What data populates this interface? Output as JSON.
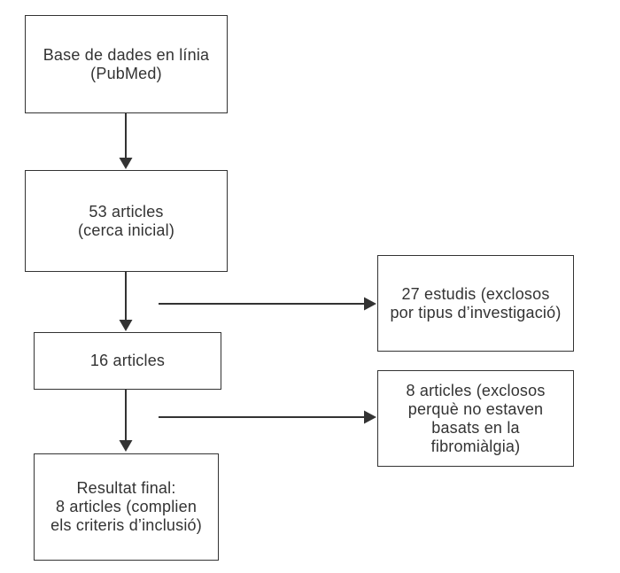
{
  "diagram": {
    "type": "flowchart",
    "language": "Catalan",
    "boxes": {
      "source": "Base de dades en línia\n(PubMed)",
      "initial_search": "53 articles\n(cerca inicial)",
      "after_type_exclusion": "16 articles",
      "excluded_by_type": "27 estudis (exclosos\npor tipus d’investigació)",
      "excluded_not_fibromyalgia": "8 articles (exclosos\nperquè no estaven\nbasats en la\nfibromiàlgia)",
      "final_result": "Resultat final:\n8 articles (complien\nels criteris d’inclusió)"
    },
    "colors": {
      "line": "#333333",
      "text": "#333333",
      "box_fill": "#ffffff",
      "background": "#ffffff"
    }
  }
}
